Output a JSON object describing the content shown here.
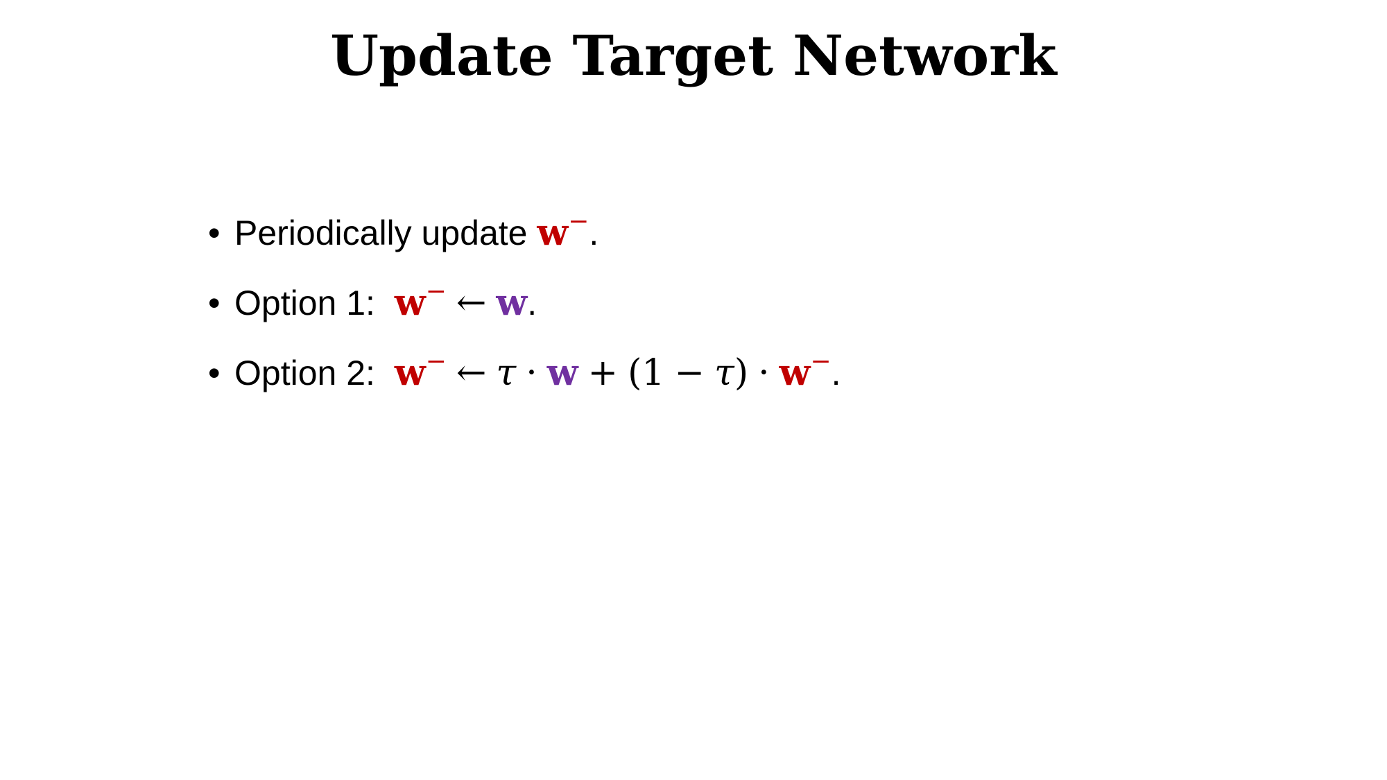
{
  "slide": {
    "title": "Update Target Network",
    "bullet_char": "•",
    "bullet1": {
      "text": "Periodically update ",
      "w": "w",
      "sup": "−",
      "end": "."
    },
    "bullet2": {
      "label": "Option 1:",
      "w_target": "w",
      "sup": "−",
      "arrow": "←",
      "w_online": "w",
      "end": "."
    },
    "bullet3": {
      "label": "Option 2:",
      "w_target": "w",
      "sup": "−",
      "arrow": "←",
      "tau": "τ",
      "dot": "·",
      "w_online": "w",
      "plus": "+",
      "open": "(1",
      "minus": "−",
      "tau2": "τ",
      "close": ")",
      "dot2": "·",
      "w_target2": "w",
      "sup2": "−",
      "end": "."
    }
  },
  "colors": {
    "target": "#c00000",
    "online": "#7030a0"
  }
}
